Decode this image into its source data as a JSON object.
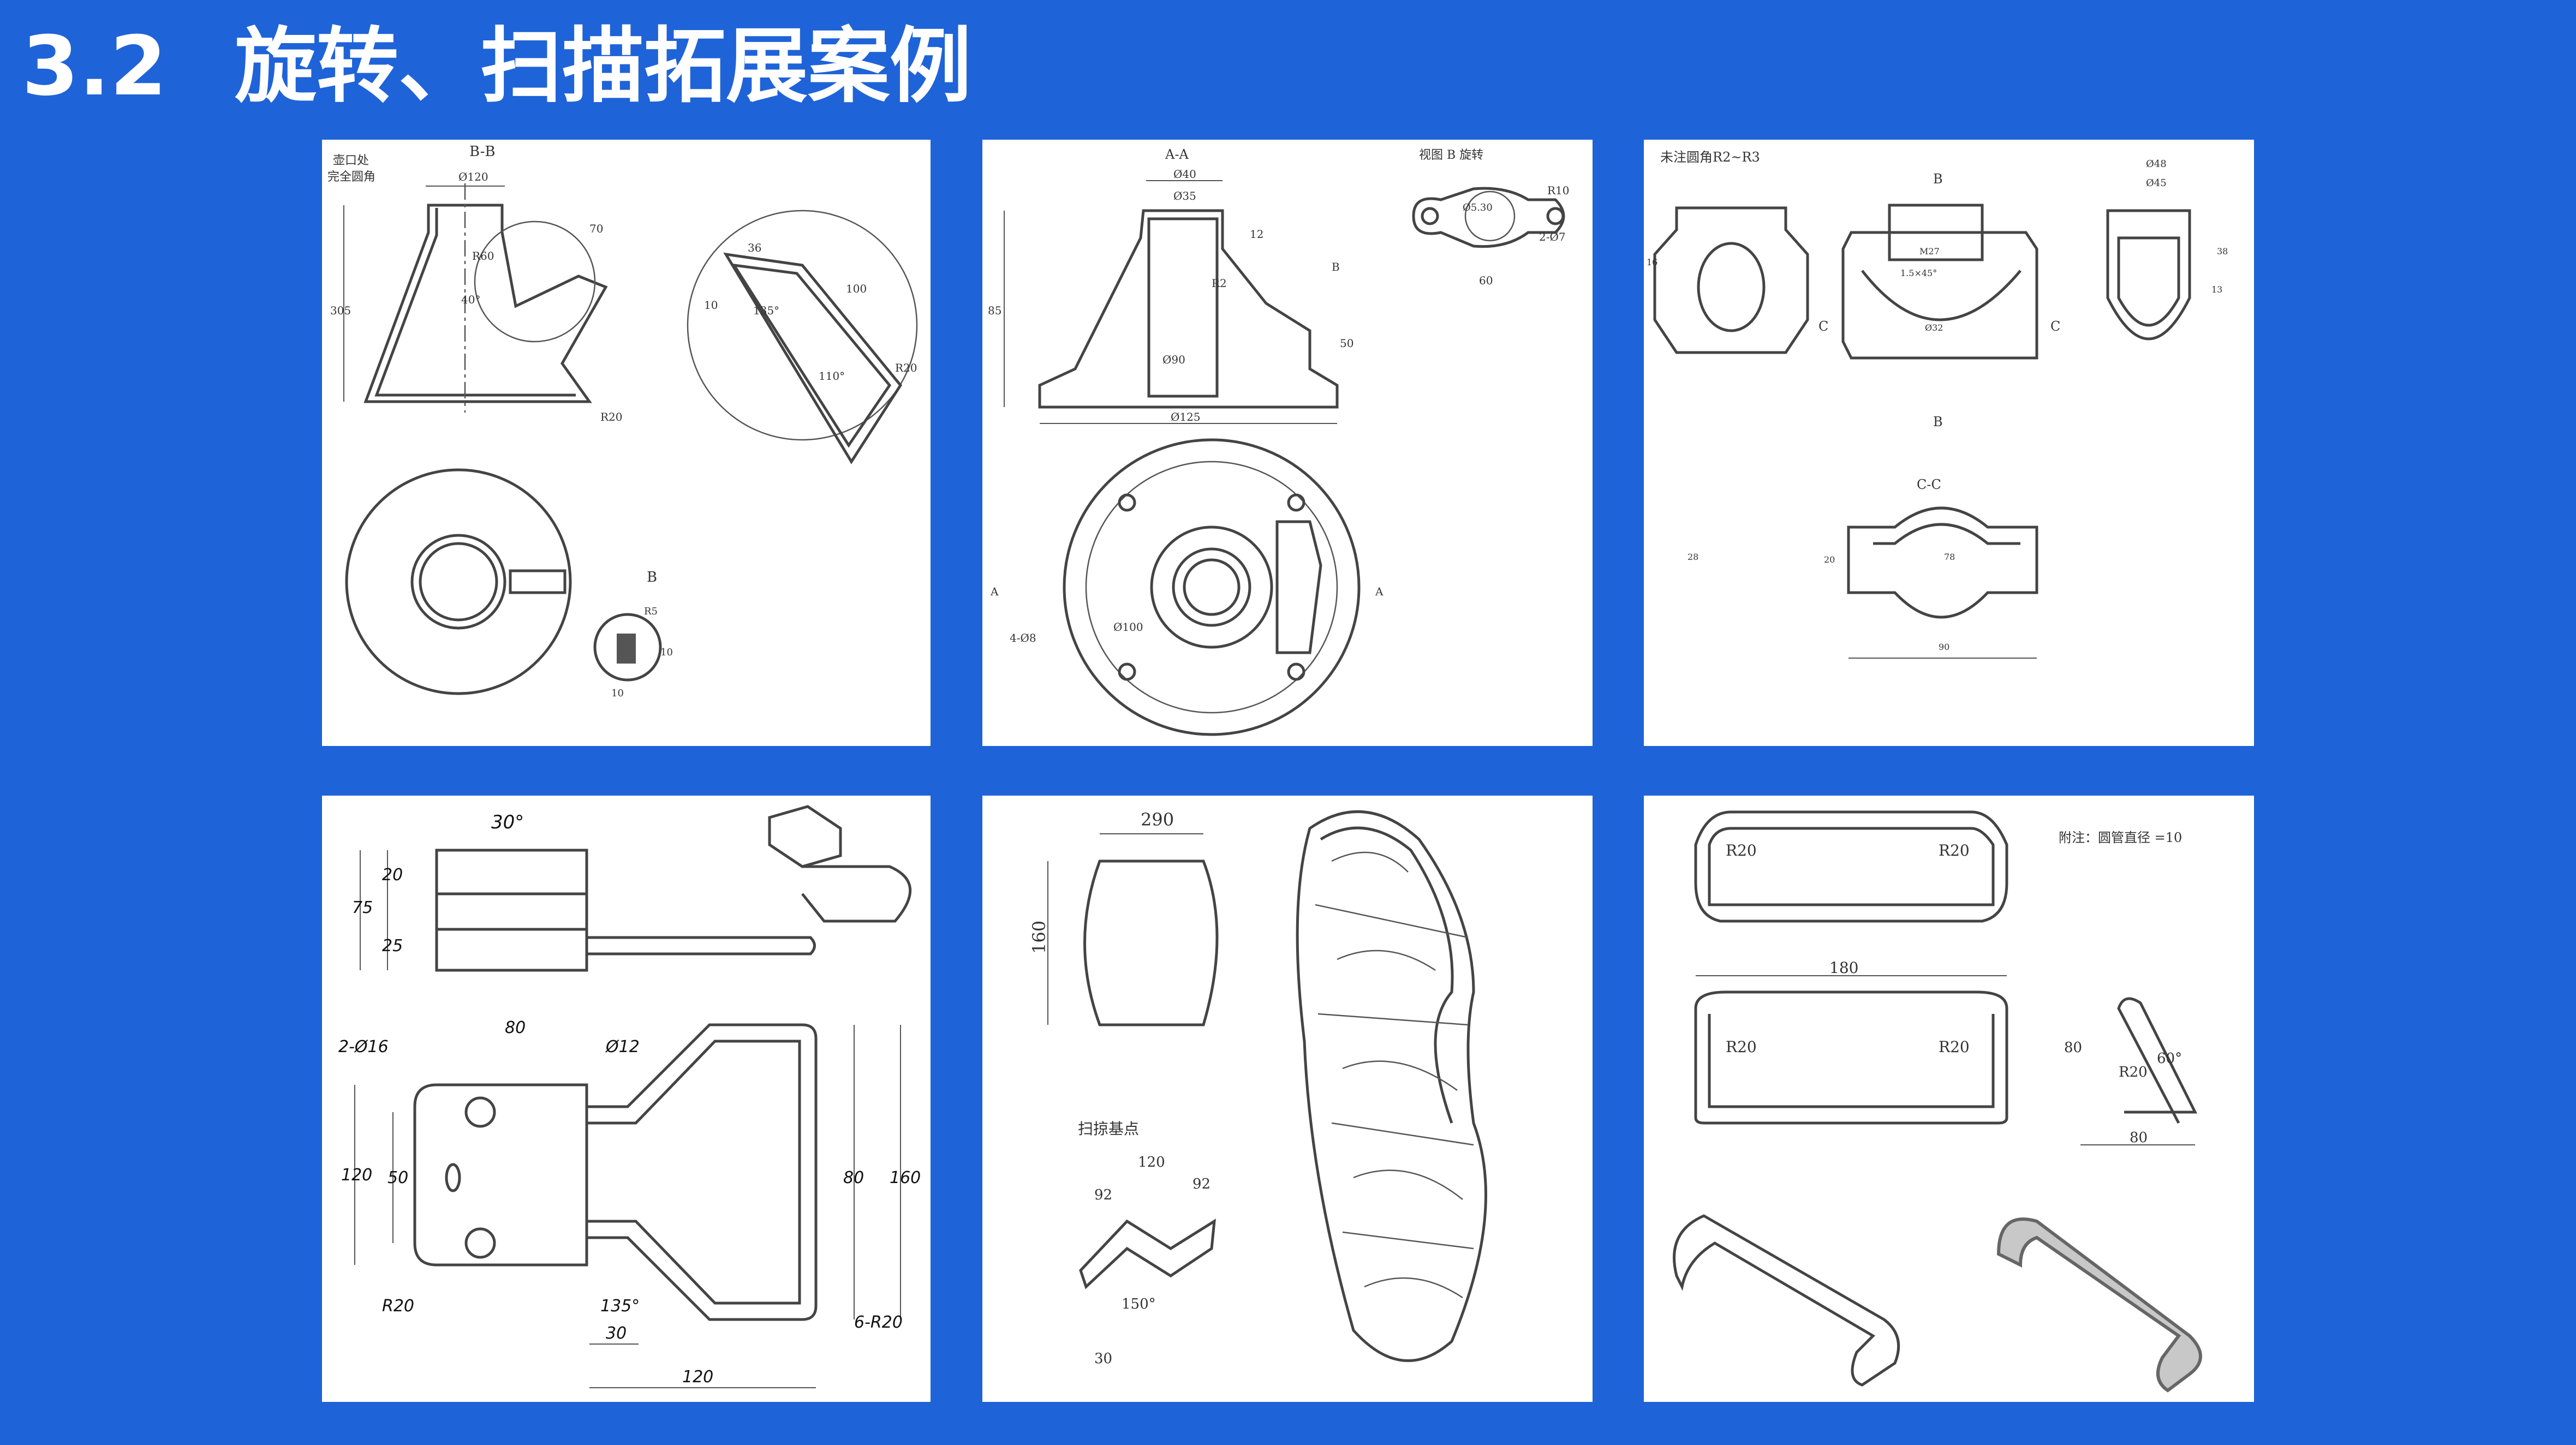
{
  "slide": {
    "section_number": "3.2",
    "section_title": "旋转、扫描拓展案例"
  },
  "panels": {
    "p1": {
      "section_label": "B-B",
      "note_line1": "壶口处",
      "note_line2": "完全圆角",
      "dims": [
        "Ø120",
        "R60",
        "70",
        "40°",
        "305",
        "36",
        "100",
        "135°",
        "10",
        "110°",
        "R20",
        "R20",
        "B",
        "R5",
        "10",
        "10"
      ]
    },
    "p2": {
      "section_label": "A-A",
      "view_label": "视图 B 旋转",
      "dims": [
        "Ø40",
        "Ø35",
        "12",
        "R2",
        "Ø90",
        "85",
        "50",
        "Ø125",
        "B",
        "R10",
        "2-Ø7",
        "60",
        "Ø5.30",
        "A",
        "A",
        "Ø100",
        "4-Ø8"
      ]
    },
    "p3": {
      "note": "未注圆角R2~R3",
      "section_label": "C-C",
      "dims": [
        "B",
        "B",
        "C",
        "C",
        "Ø48",
        "Ø45",
        "M27",
        "1.5×45°",
        "Ø32",
        "38",
        "16",
        "13",
        "28",
        "20",
        "78",
        "90"
      ]
    },
    "p4": {
      "dims": [
        "30°",
        "20",
        "75",
        "25",
        "2-Ø16",
        "80",
        "Ø12",
        "120",
        "50",
        "80",
        "160",
        "R20",
        "135°",
        "30",
        "6-R20",
        "120"
      ]
    },
    "p5": {
      "dims": [
        "290",
        "160",
        "扫掠基点",
        "120",
        "92",
        "92",
        "150°",
        "30"
      ]
    },
    "p6": {
      "note": "附注：圆管直径 =10",
      "dims": [
        "R20",
        "R20",
        "180",
        "R20",
        "R20",
        "80",
        "R20",
        "60°",
        "80"
      ]
    }
  }
}
